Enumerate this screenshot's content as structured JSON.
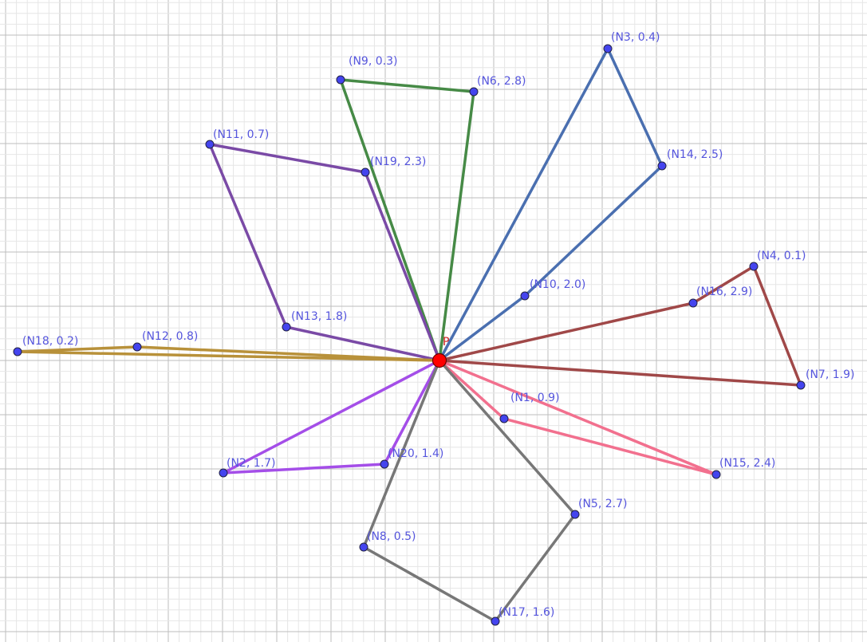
{
  "center": {
    "label": "P",
    "color": "#ff0000"
  },
  "point_color": "#4444ee",
  "points": {
    "N1": {
      "label": "(N1, 0.9)"
    },
    "N2": {
      "label": "(N2, 1.7)"
    },
    "N3": {
      "label": "(N3, 0.4)"
    },
    "N4": {
      "label": "(N4, 0.1)"
    },
    "N5": {
      "label": "(N5, 2.7)"
    },
    "N6": {
      "label": "(N6, 2.8)"
    },
    "N7": {
      "label": "(N7, 1.9)"
    },
    "N8": {
      "label": "(N8, 0.5)"
    },
    "N9": {
      "label": "(N9, 0.3)"
    },
    "N10": {
      "label": "(N10, 2.0)"
    },
    "N11": {
      "label": "(N11, 0.7)"
    },
    "N12": {
      "label": "(N12, 0.8)"
    },
    "N13": {
      "label": "(N13, 1.8)"
    },
    "N14": {
      "label": "(N14, 2.5)"
    },
    "N15": {
      "label": "(N15, 2.4)"
    },
    "N16": {
      "label": "(N16, 2.9)"
    },
    "N17": {
      "label": "(N17, 1.6)"
    },
    "N18": {
      "label": "(N18, 0.2)"
    },
    "N19": {
      "label": "(N19, 2.3)"
    },
    "N20": {
      "label": "(N20, 1.4)"
    }
  },
  "polygons": [
    {
      "name": "blue",
      "color": "#4a6fb0",
      "vertices": [
        "N10",
        "N14",
        "N3"
      ]
    },
    {
      "name": "green",
      "color": "#468a46",
      "vertices": [
        "N9",
        "N6"
      ]
    },
    {
      "name": "purple",
      "color": "#7a4aa6",
      "vertices": [
        "N13",
        "N11",
        "N19"
      ]
    },
    {
      "name": "gold",
      "color": "#b8913a",
      "vertices": [
        "N12",
        "N18"
      ]
    },
    {
      "name": "maroon",
      "color": "#a04848",
      "vertices": [
        "N16",
        "N4",
        "N7"
      ]
    },
    {
      "name": "pink",
      "color": "#f2708e",
      "vertices": [
        "N1",
        "N15"
      ]
    },
    {
      "name": "violet",
      "color": "#a44ee8",
      "vertices": [
        "N20",
        "N2"
      ]
    },
    {
      "name": "gray",
      "color": "#777777",
      "vertices": [
        "N8",
        "N17",
        "N5"
      ]
    }
  ]
}
